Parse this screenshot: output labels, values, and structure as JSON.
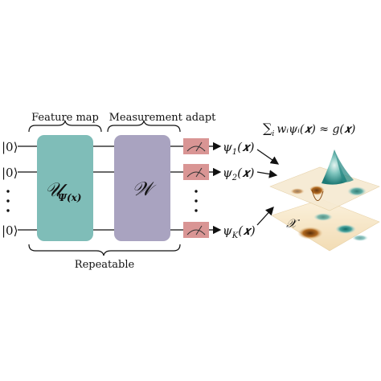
{
  "brackets": {
    "feature_map": "Feature map",
    "measurement_adapt": "Measurement adapt",
    "repeatable": "Repeatable"
  },
  "kets": [
    "|0⟩",
    "|0⟩",
    "|0⟩"
  ],
  "gates": {
    "feature_map_label": "𝒰",
    "feature_map_sub": "Ψ(𝒙)",
    "measurement_label": "𝒲"
  },
  "outputs": [
    {
      "psi": "ψ",
      "sub": "1",
      "arg": "(𝒙)"
    },
    {
      "psi": "ψ",
      "sub": "2",
      "arg": "(𝒙)"
    },
    {
      "psi": "ψ",
      "sub": "K",
      "arg": "(𝒙)"
    }
  ],
  "formula": {
    "sum": "∑",
    "sub_i": "i",
    "rest": "wᵢψᵢ(𝒙) ≈ g(𝒙)"
  },
  "surface_label": "𝒳",
  "colors": {
    "feature_map_gate": "#7fbdb8",
    "measurement_gate": "#a9a3c0",
    "measure_box": "#d99594",
    "teal": "#2e8f8b",
    "brown": "#a8611d",
    "plane": "#f4e4c4"
  }
}
